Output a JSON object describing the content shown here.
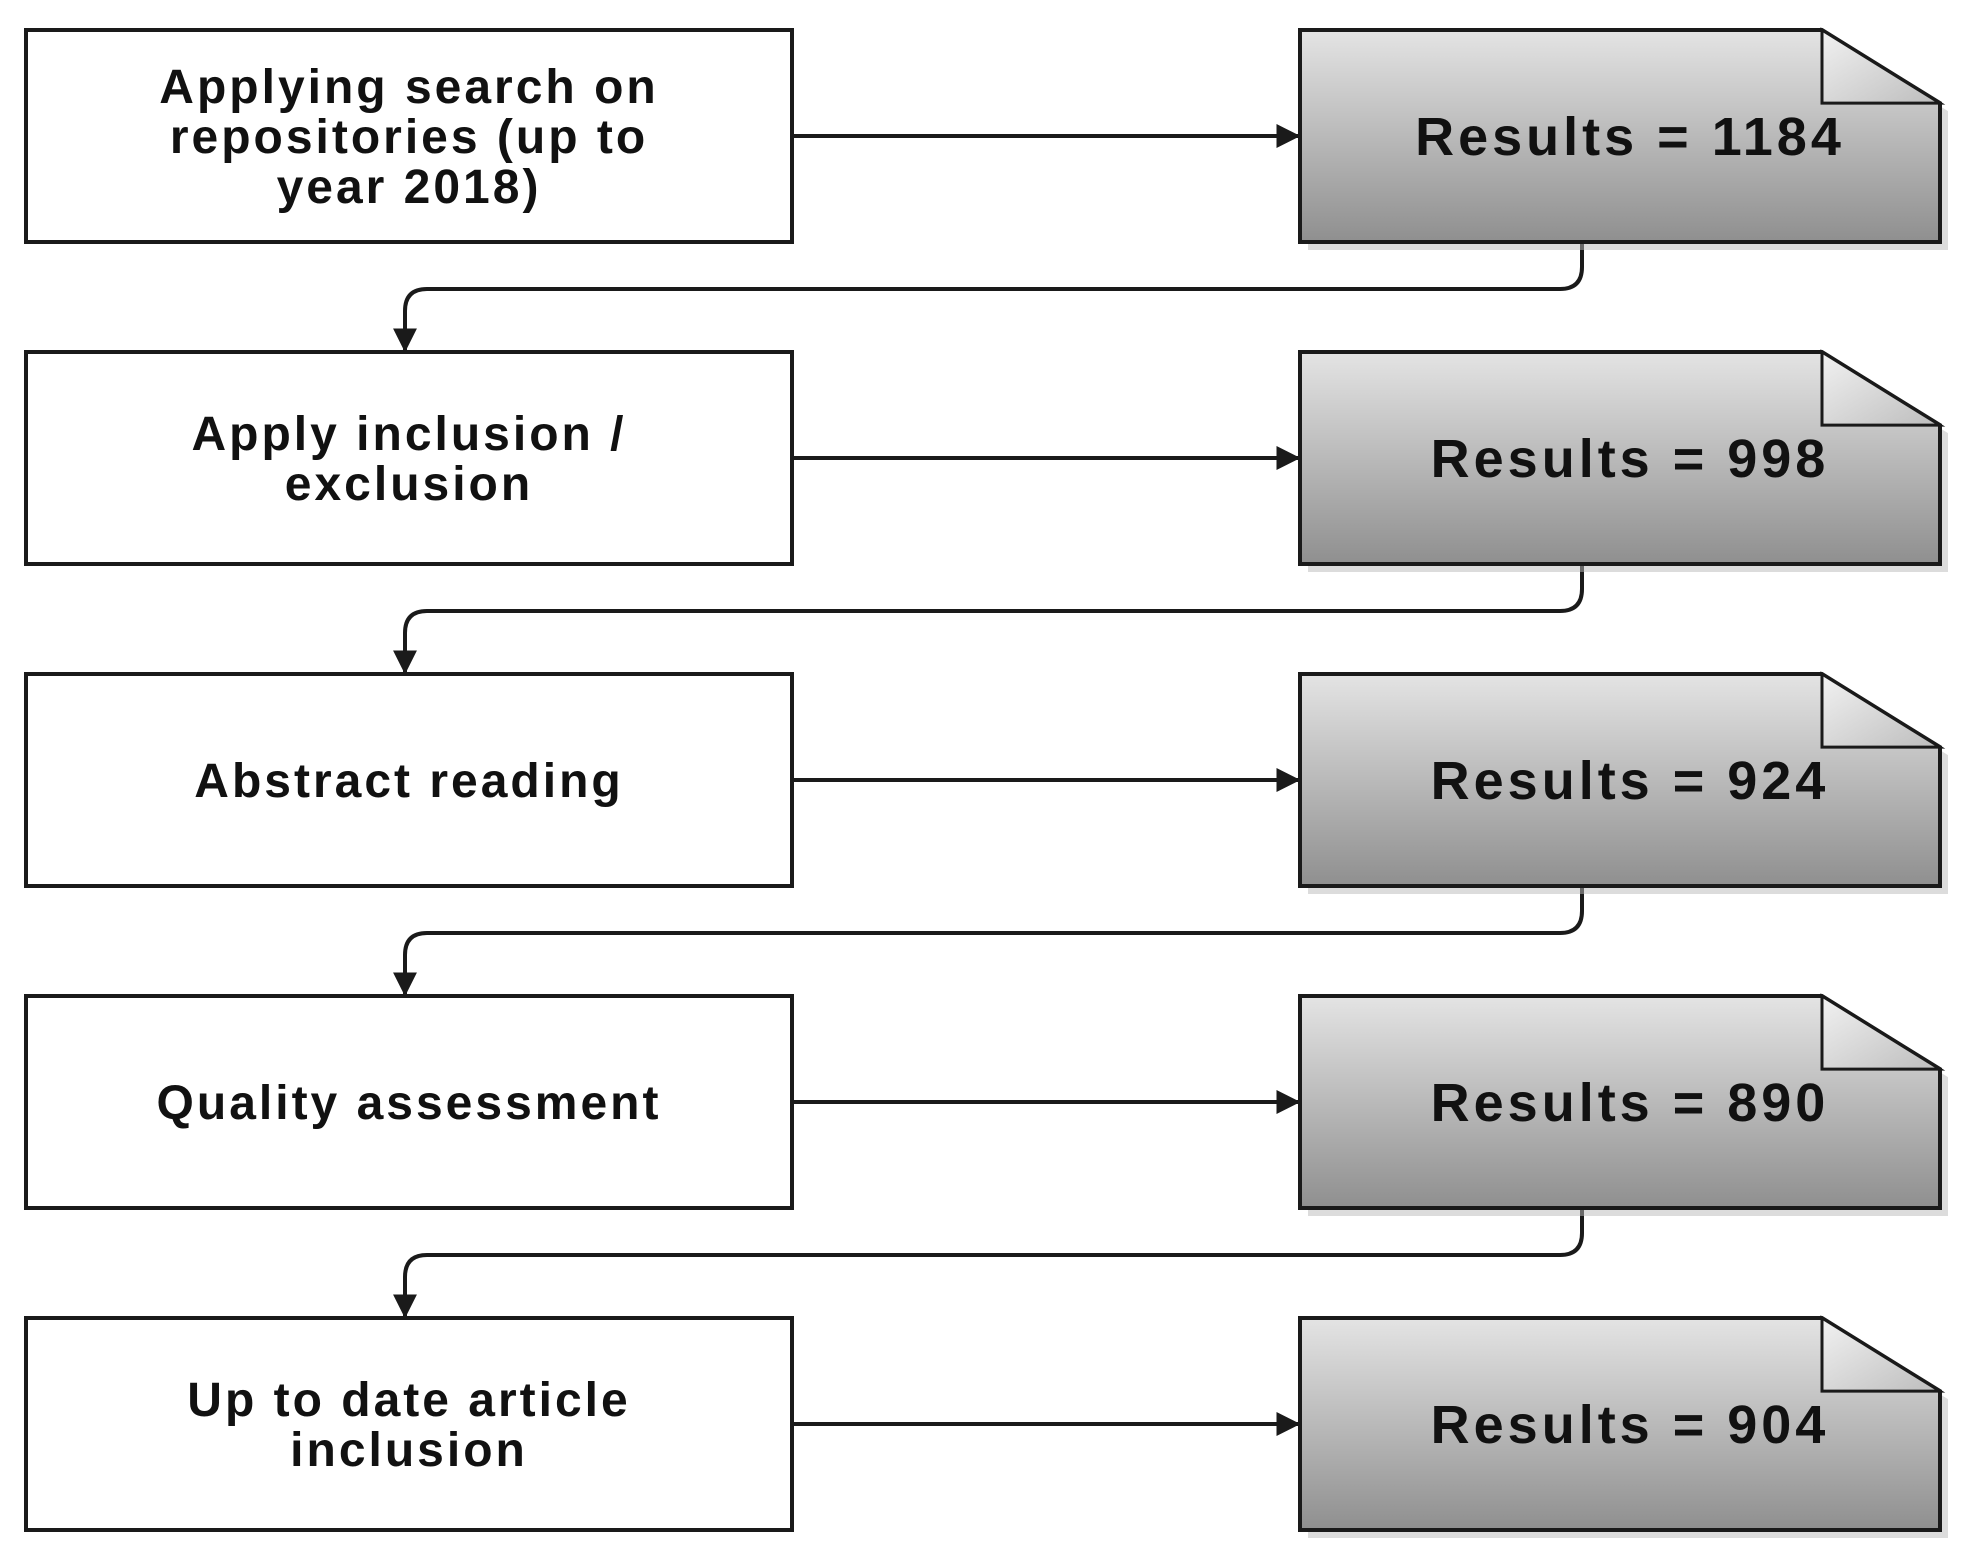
{
  "steps": [
    {
      "lines": [
        "Applying search on",
        "repositories (up to",
        "year 2018)"
      ],
      "result": "Results = 1184"
    },
    {
      "lines": [
        "Apply inclusion /",
        "exclusion"
      ],
      "result": "Results = 998"
    },
    {
      "lines": [
        "Abstract reading"
      ],
      "result": "Results = 924"
    },
    {
      "lines": [
        "Quality assessment"
      ],
      "result": "Results = 890"
    },
    {
      "lines": [
        "Up to date article",
        "inclusion"
      ],
      "result": "Results = 904"
    }
  ],
  "colors": {
    "result_fill_top": "#e4e4e4",
    "result_fill_bottom": "#8f8f8f",
    "stroke": "#1a1a1a"
  }
}
